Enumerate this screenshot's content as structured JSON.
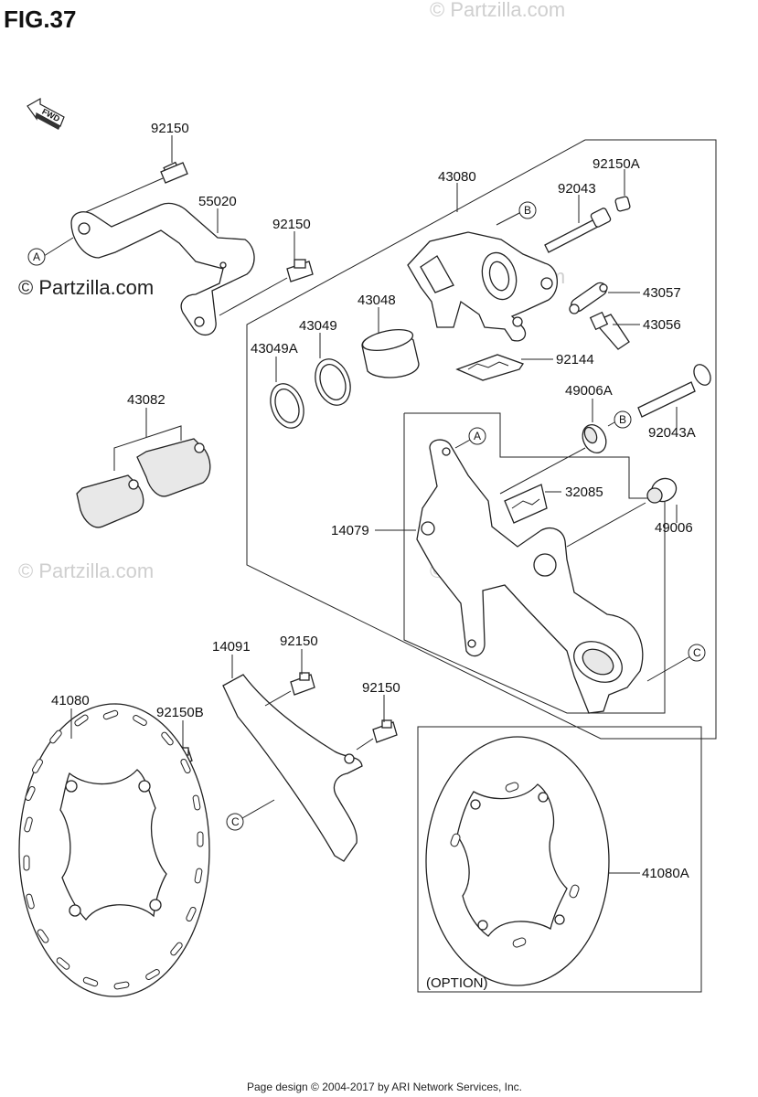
{
  "figure": {
    "title": "FIG.37",
    "direction": "FWD"
  },
  "watermarks": {
    "main": "© Partzilla.com",
    "faded": "© Partzilla.com"
  },
  "labels": {
    "l92150_top": "92150",
    "l55020": "55020",
    "l92150_mid": "92150",
    "l43080": "43080",
    "l92150A": "92150A",
    "l92043": "92043",
    "l43048": "43048",
    "l43049": "43049",
    "l43049A": "43049A",
    "l43057": "43057",
    "l43056": "43056",
    "l92144": "92144",
    "l43082": "43082",
    "l49006A": "49006A",
    "l92043A": "92043A",
    "l32085": "32085",
    "l14079": "14079",
    "l49006": "49006",
    "l14091": "14091",
    "l92150_lower1": "92150",
    "l92150_lower2": "92150",
    "l41080": "41080",
    "l92150B": "92150B",
    "l41080A": "41080A",
    "option": "(OPTION)"
  },
  "callouts": {
    "A": "A",
    "B": "B",
    "C": "C"
  },
  "footer": {
    "text": "Page design © 2004-2017 by ARI Network Services, Inc."
  }
}
